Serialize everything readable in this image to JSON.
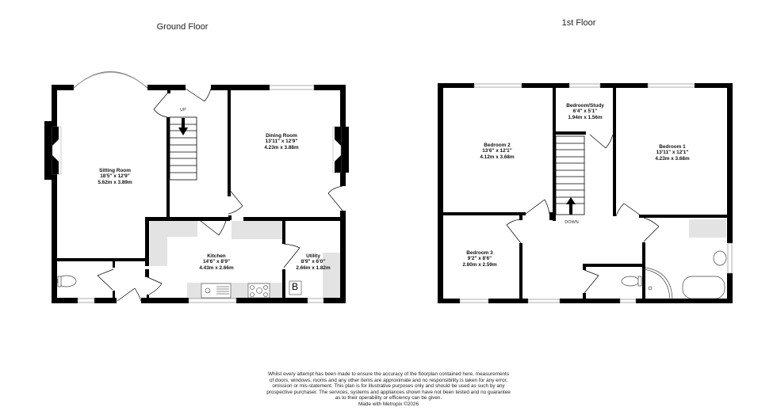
{
  "floors": {
    "ground": {
      "title": "Ground Floor",
      "stair_label": "UP",
      "rooms": [
        {
          "name": "Sitting Room",
          "imperial": "18'5\" x 12'9\"",
          "metric": "5.62m x 3.89m"
        },
        {
          "name": "Dining Room",
          "imperial": "13'11\" x 12'9\"",
          "metric": "4.23m x 3.88m"
        },
        {
          "name": "Kitchen",
          "imperial": "14'6\" x 8'9\"",
          "metric": "4.43m x 2.66m"
        },
        {
          "name": "Utility",
          "imperial": "8'9\" x 6'0\"",
          "metric": "2.66m x 1.82m"
        }
      ],
      "boiler_label": "B"
    },
    "first": {
      "title": "1st Floor",
      "stair_label": "DOWN",
      "rooms": [
        {
          "name": "Bedroom 2",
          "imperial": "13'6\" x 12'1\"",
          "metric": "4.12m x 3.68m"
        },
        {
          "name": "Bedroom/Study",
          "imperial": "6'4\" x 5'1\"",
          "metric": "1.94m x 1.56m"
        },
        {
          "name": "Bedroom 1",
          "imperial": "13'11\" x 12'1\"",
          "metric": "4.23m x 3.68m"
        },
        {
          "name": "Bedroom 3",
          "imperial": "9'2\" x 8'6\"",
          "metric": "2.80m x 2.59m"
        }
      ]
    }
  },
  "disclaimer": {
    "lines": [
      "Whilst every attempt has been made to ensure the accuracy of the floorplan contained here, measurements",
      "of doors, windows, rooms and any other items are approximate and no responsibility is taken for any error,",
      "omission or mis-statement. This plan is for illustrative purposes only and should be used as such by any",
      "prospective purchaser. The services, systems and appliances shown have not been tested and no guarantee",
      "as to their operability or efficiency can be given."
    ],
    "credit": "Made with Metropix ©2026"
  },
  "colors": {
    "wall": "#000000",
    "fitting": "#e3e3e3",
    "background": "#ffffff"
  }
}
